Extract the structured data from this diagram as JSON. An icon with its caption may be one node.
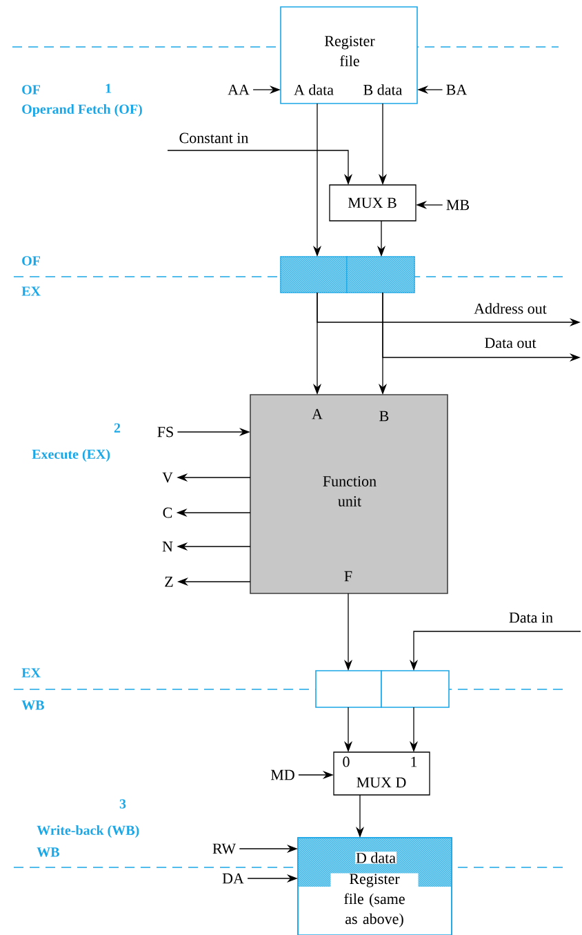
{
  "diagram": {
    "nodes": [
      {
        "text": [
          "Register file",
          "A data",
          "B data"
        ]
      },
      {
        "text": [
          "AA"
        ]
      },
      {
        "text": [
          "BA"
        ]
      },
      {
        "text": [
          "MUX B"
        ]
      },
      {
        "text": [
          "MB"
        ]
      },
      {
        "text": [],
        "shape": "box"
      },
      {
        "text": [],
        "shape": "box"
      },
      {
        "text": [
          "A",
          "B",
          "Function unit",
          "F"
        ]
      },
      {
        "text": [
          "FS"
        ]
      },
      {
        "text": [
          "V"
        ]
      },
      {
        "text": [
          "C"
        ]
      },
      {
        "text": [
          "N"
        ]
      },
      {
        "text": [
          "Z"
        ]
      },
      {
        "text": [],
        "shape": "box"
      },
      {
        "text": [],
        "shape": "box"
      },
      {
        "text": [
          "0",
          "1",
          "MUX D"
        ]
      },
      {
        "text": [
          "MD"
        ]
      },
      {
        "text": [
          "D data",
          "Register file (same as above)"
        ]
      },
      {
        "text": [
          "RW"
        ]
      },
      {
        "text": [
          "DA"
        ]
      }
    ],
    "edges": [
      {
        "from": 1,
        "to": 0,
        "arrow": "to"
      },
      {
        "from": 2,
        "to": 0,
        "arrow": "to"
      },
      {
        "from": 0,
        "to": 5,
        "arrow": "to"
      },
      {
        "from": 0,
        "to": 3,
        "arrow": "to"
      },
      {
        "from": null,
        "to": 3,
        "arrow": "to",
        "label": "Constant in"
      },
      {
        "from": 4,
        "to": 3,
        "arrow": "to"
      },
      {
        "from": 3,
        "to": 6,
        "arrow": "to"
      },
      {
        "from": 5,
        "to": null,
        "arrow": "to",
        "label": "Address out"
      },
      {
        "from": 6,
        "to": null,
        "arrow": "to",
        "label": "Data out"
      },
      {
        "from": 5,
        "to": 7,
        "arrow": "to"
      },
      {
        "from": 6,
        "to": 7,
        "arrow": "to"
      },
      {
        "from": 8,
        "to": 7,
        "arrow": "to"
      },
      {
        "from": 7,
        "to": 9,
        "arrow": "to"
      },
      {
        "from": 7,
        "to": 10,
        "arrow": "to"
      },
      {
        "from": 7,
        "to": 11,
        "arrow": "to"
      },
      {
        "from": 7,
        "to": 12,
        "arrow": "to"
      },
      {
        "from": 7,
        "to": 13,
        "arrow": "to"
      },
      {
        "from": null,
        "to": 14,
        "arrow": "to",
        "label": "Data in"
      },
      {
        "from": 13,
        "to": 15,
        "arrow": "to"
      },
      {
        "from": 14,
        "to": 15,
        "arrow": "to"
      },
      {
        "from": 16,
        "to": 15,
        "arrow": "to"
      },
      {
        "from": 15,
        "to": 17,
        "arrow": "to"
      },
      {
        "from": 18,
        "to": 17,
        "arrow": "to"
      },
      {
        "from": 19,
        "to": 17,
        "arrow": "to"
      }
    ],
    "labels": [
      "OF",
      "1",
      "Operand Fetch (OF)",
      "OF",
      "EX",
      "2",
      "Execute (EX)",
      "EX",
      "WB",
      "3",
      "Write-back (WB)",
      "WB"
    ]
  }
}
